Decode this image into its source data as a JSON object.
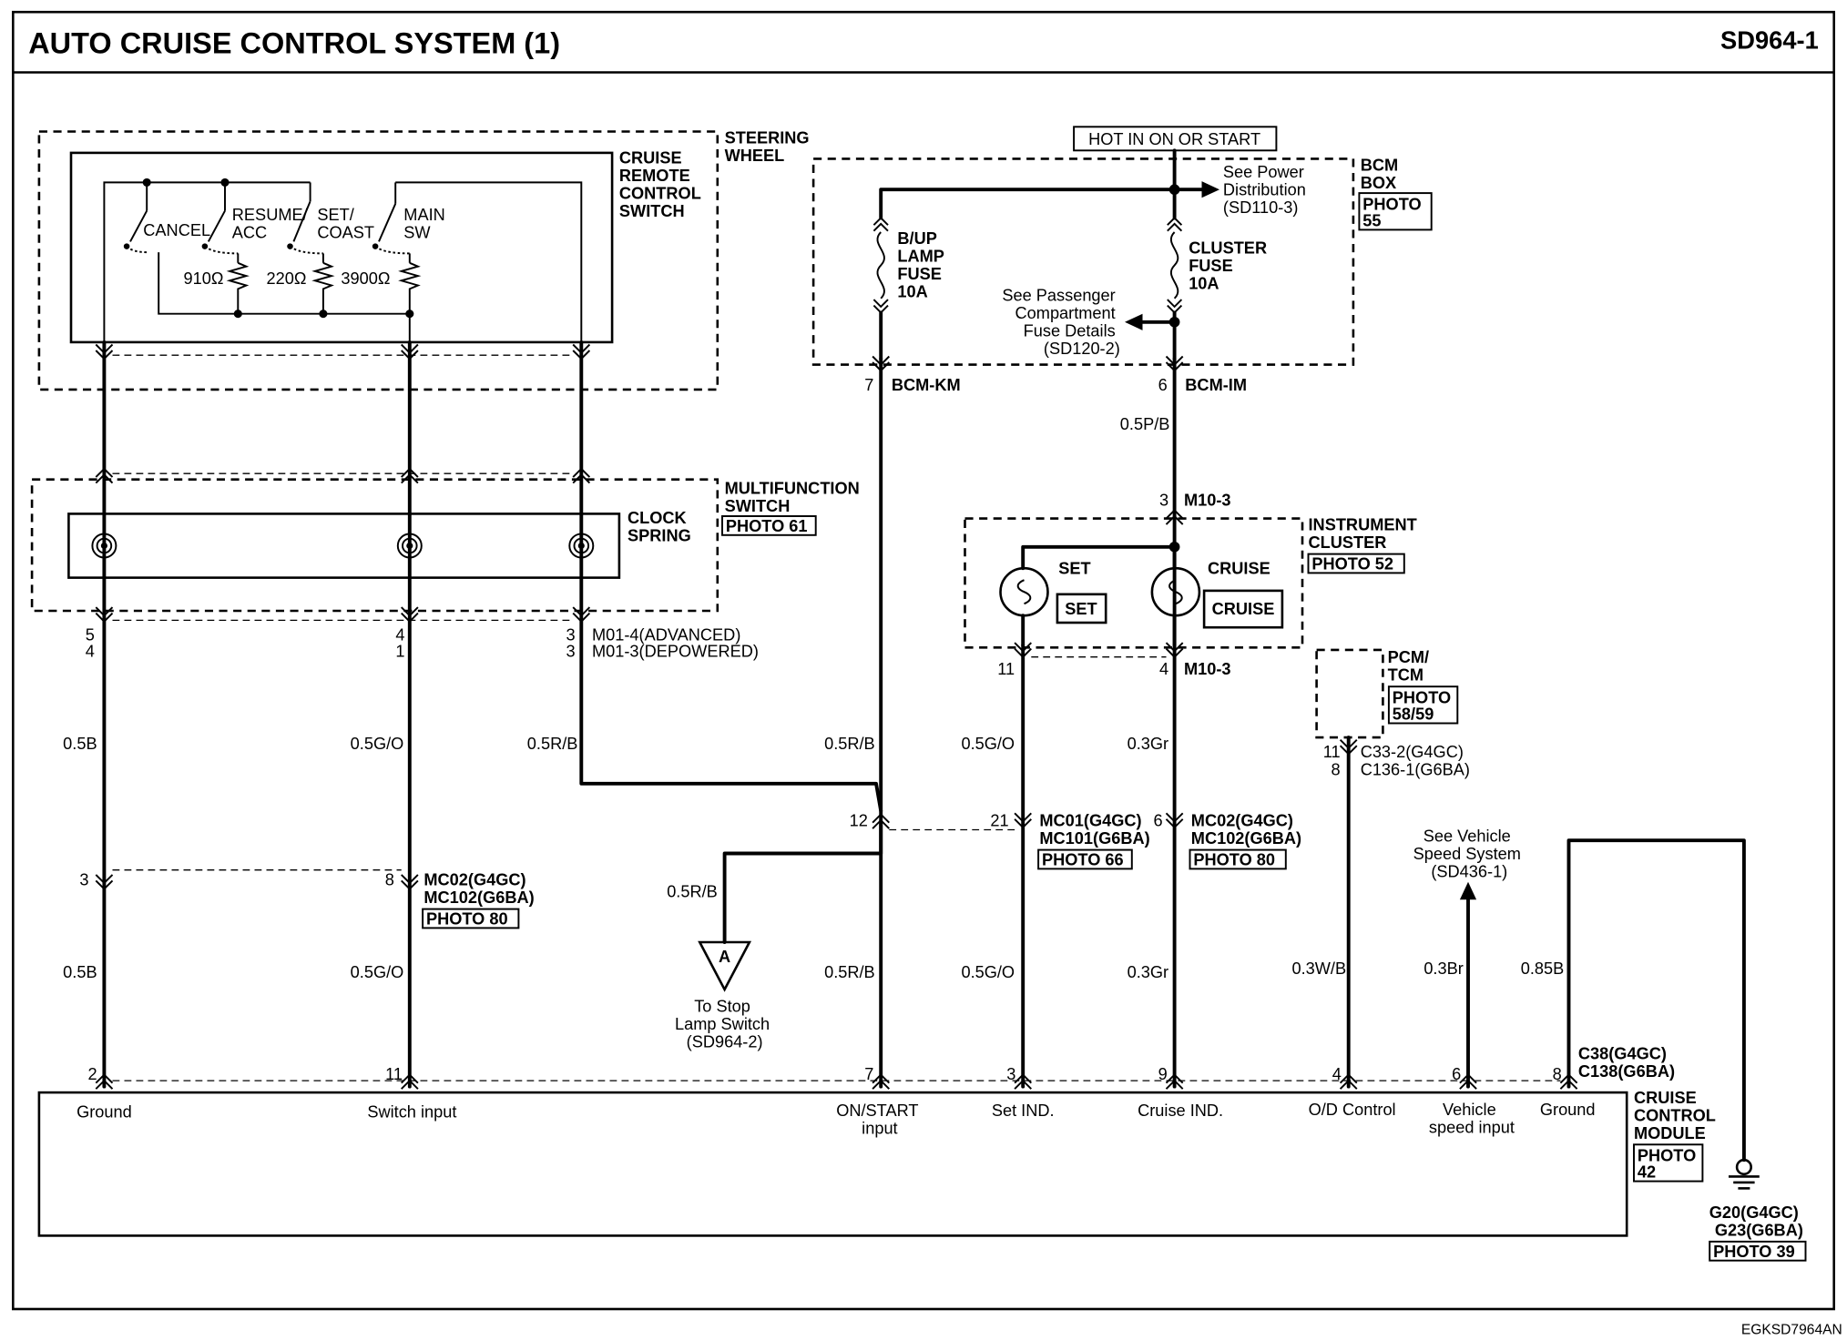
{
  "title": "AUTO CRUISE CONTROL SYSTEM (1)",
  "page_code": "SD964-1",
  "footer_code": "EGKSD7964AN",
  "steering_wheel": {
    "label_lines": [
      "STEERING",
      "WHEEL"
    ],
    "switch_label_lines": [
      "CRUISE",
      "REMOTE",
      "CONTROL",
      "SWITCH"
    ],
    "switches": {
      "cancel": "CANCEL",
      "resume_lines": [
        "RESUME/",
        "ACC"
      ],
      "set_lines": [
        "SET/",
        "COAST"
      ],
      "main_lines": [
        "MAIN",
        "SW"
      ]
    },
    "resistors": [
      "910Ω",
      "220Ω",
      "3900Ω"
    ]
  },
  "multifunction": {
    "label_lines": [
      "MULTIFUNCTION",
      "SWITCH"
    ],
    "photo": "PHOTO 61",
    "clock_spring_lines": [
      "CLOCK",
      "SPRING"
    ],
    "pins_left": [
      "5",
      "4"
    ],
    "pins_mid": [
      "4",
      "1"
    ],
    "pins_right": [
      "3",
      "3"
    ],
    "conn_lines": [
      "M01-4(ADVANCED)",
      "M01-3(DEPOWERED)"
    ]
  },
  "bcm": {
    "hot_label": "HOT IN ON OR START",
    "label_lines": [
      "BCM",
      "BOX"
    ],
    "photo_lines": [
      "PHOTO",
      "55"
    ],
    "power_lines": [
      "See Power",
      "Distribution",
      "(SD110-3)"
    ],
    "bup_fuse_lines": [
      "B/UP",
      "LAMP",
      "FUSE",
      "10A"
    ],
    "cluster_fuse_lines": [
      "CLUSTER",
      "FUSE",
      "10A"
    ],
    "passenger_lines": [
      "See Passenger",
      "Compartment",
      "Fuse Details",
      "(SD120-2)"
    ],
    "pin_km": "7",
    "conn_km": "BCM-KM",
    "pin_im": "6",
    "conn_im": "BCM-IM"
  },
  "cluster": {
    "wire_top": "0.5P/B",
    "pin_top": "3",
    "conn_top": "M10-3",
    "label_lines": [
      "INSTRUMENT",
      "CLUSTER"
    ],
    "photo": "PHOTO 52",
    "set": "SET",
    "set_badge": "SET",
    "cruise": "CRUISE",
    "cruise_badge": "CRUISE",
    "pin_set": "11",
    "pin_cruise": "4",
    "conn_bottom": "M10-3"
  },
  "pcm": {
    "label_lines": [
      "PCM/",
      "TCM"
    ],
    "photo_lines": [
      "PHOTO",
      "58/59"
    ],
    "pins": [
      "11",
      "8"
    ],
    "conn_lines": [
      "C33-2(G4GC)",
      "C136-1(G6BA)"
    ]
  },
  "wires": {
    "ground_upper": "0.5B",
    "switch_upper": "0.5G/O",
    "rb_upper": "0.5R/B",
    "onstart_upper": "0.5R/B",
    "set_upper": "0.5G/O",
    "cruise_upper": "0.3Gr",
    "ground_lower": "0.5B",
    "switch_lower": "0.5G/O",
    "stop_branch": "0.5R/B",
    "onstart_lower": "0.5R/B",
    "set_lower": "0.5G/O",
    "cruise_lower": "0.3Gr",
    "od": "0.3W/B",
    "vss": "0.3Br",
    "ground2": "0.85B"
  },
  "connectors": {
    "mc02_left": {
      "pin_ground": "3",
      "pin_switch": "8",
      "lines": [
        "MC02(G4GC)",
        "MC102(G6BA)"
      ],
      "photo": "PHOTO 80"
    },
    "onstart_pin": "12",
    "mc01": {
      "pin": "21",
      "lines": [
        "MC01(G4GC)",
        "MC101(G6BA)"
      ],
      "photo": "PHOTO 66"
    },
    "mc02_right": {
      "pin": "6",
      "lines": [
        "MC02(G4GC)",
        "MC102(G6BA)"
      ],
      "photo": "PHOTO 80"
    }
  },
  "stop_lamp": {
    "badge": "A",
    "lines": [
      "To Stop",
      "Lamp Switch",
      "(SD964-2)"
    ]
  },
  "vss": {
    "lines": [
      "See Vehicle",
      "Speed System",
      "(SD436-1)"
    ]
  },
  "module": {
    "label_lines": [
      "CRUISE",
      "CONTROL",
      "MODULE"
    ],
    "photo_lines": [
      "PHOTO",
      "42"
    ],
    "pins": [
      "2",
      "11",
      "7",
      "3",
      "9",
      "4",
      "6",
      "8"
    ],
    "conn_lines": [
      "C38(G4GC)",
      "C138(G6BA)"
    ],
    "terminals": {
      "ground": "Ground",
      "switch_input": "Switch input",
      "onstart_lines": [
        "ON/START",
        "input"
      ],
      "set_ind": "Set IND.",
      "cruise_ind": "Cruise IND.",
      "od": "O/D Control",
      "vss_lines": [
        "Vehicle",
        "speed input"
      ],
      "ground2": "Ground"
    }
  },
  "ground_point": {
    "lines": [
      "G20(G4GC)",
      "G23(G6BA)"
    ],
    "photo": "PHOTO 39"
  }
}
